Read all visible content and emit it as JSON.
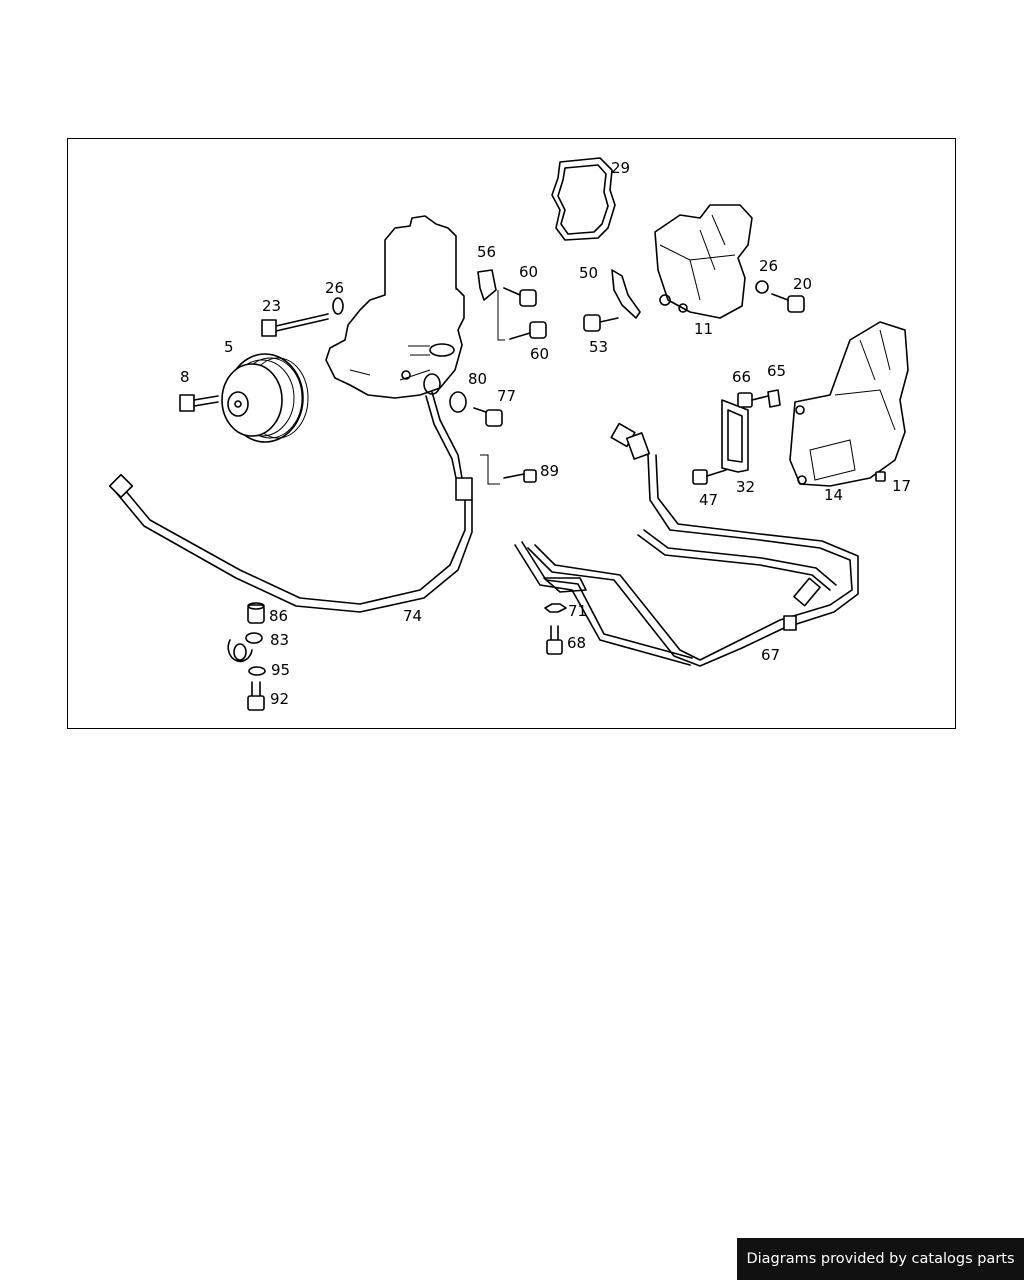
{
  "diagram": {
    "callouts": [
      "29",
      "56",
      "60",
      "50",
      "26",
      "20",
      "23",
      "26",
      "60",
      "53",
      "11",
      "5",
      "8",
      "80",
      "77",
      "66",
      "65",
      "89",
      "32",
      "47",
      "14",
      "17",
      "86",
      "74",
      "71",
      "83",
      "68",
      "95",
      "67",
      "92"
    ]
  },
  "footer": {
    "credit": "Diagrams provided by catalogs parts"
  },
  "colors": {
    "line": "#000000",
    "background": "#ffffff",
    "footer_background": "#111111",
    "footer_text": "#ffffff"
  }
}
